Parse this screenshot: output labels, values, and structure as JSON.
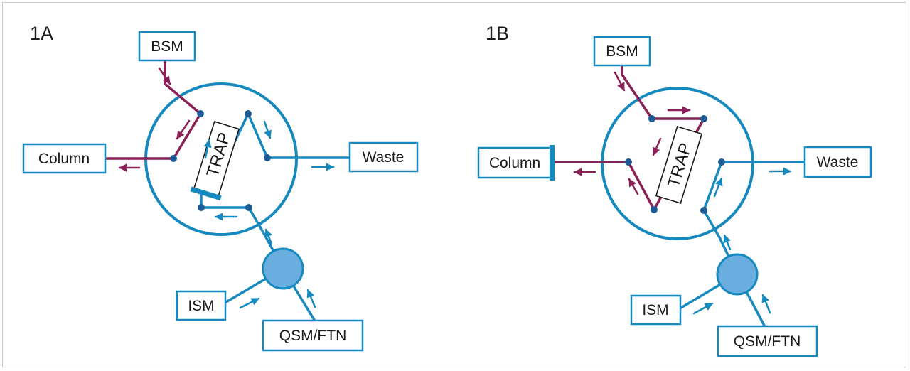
{
  "panels": {
    "a": {
      "label": "1A",
      "bsm": "BSM",
      "column": "Column",
      "waste": "Waste",
      "trap": "TRAP",
      "ism": "ISM",
      "qsm_ftn": "QSM/FTN"
    },
    "b": {
      "label": "1B",
      "bsm": "BSM",
      "column": "Column",
      "waste": "Waste",
      "trap": "TRAP",
      "ism": "ISM",
      "qsm_ftn": "QSM/FTN"
    }
  },
  "colors": {
    "flow_blue": "#1689bf",
    "flow_purple": "#8b1f57",
    "pump_fill": "#6aaee0",
    "port_dot": "#1d5c96"
  }
}
